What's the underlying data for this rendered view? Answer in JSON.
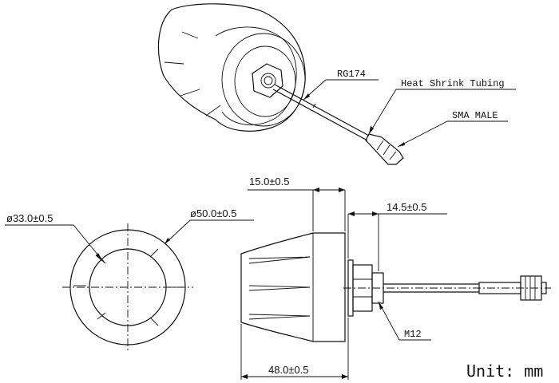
{
  "labels": {
    "cable": "RG174",
    "heat_shrink": "Heat Shrink Tubing",
    "connector": "SMA MALE",
    "inner_diameter": "ø33.0±0.5",
    "outer_diameter": "ø50.0±0.5",
    "body_height": "15.0±0.5",
    "nut_offset": "14.5±0.5",
    "thread": "M12",
    "total_length": "48.0±0.5",
    "unit": "Unit: mm"
  }
}
